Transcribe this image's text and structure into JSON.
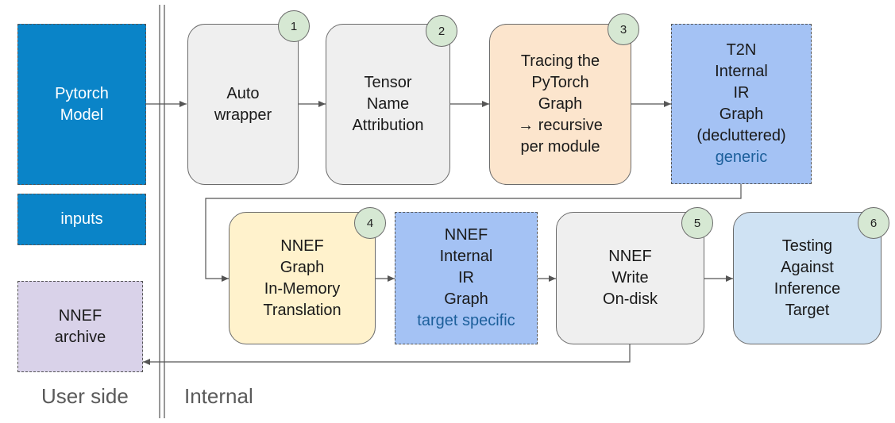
{
  "user_side": {
    "pytorch_model": [
      "Pytorch",
      "Model"
    ],
    "inputs": [
      "inputs"
    ],
    "nnef_archive": [
      "NNEF",
      "archive"
    ],
    "label": "User side"
  },
  "internal": {
    "label": "Internal"
  },
  "steps": {
    "auto_wrapper": {
      "badge": "1",
      "lines": [
        "Auto",
        "wrapper"
      ]
    },
    "tensor_name": {
      "badge": "2",
      "lines": [
        "Tensor",
        "Name",
        "Attribution"
      ]
    },
    "tracing": {
      "badge": "3",
      "lines": [
        "Tracing the",
        "PyTorch",
        "Graph",
        "→ recursive",
        "per module"
      ]
    },
    "t2n_ir": {
      "lines": [
        "T2N",
        "Internal",
        "IR",
        "Graph",
        "(decluttered)"
      ],
      "note": "generic"
    },
    "nnef_translation": {
      "badge": "4",
      "lines": [
        "NNEF",
        "Graph",
        "In-Memory",
        "Translation"
      ]
    },
    "nnef_ir": {
      "lines": [
        "NNEF",
        "Internal",
        "IR",
        "Graph"
      ],
      "note": "target specific"
    },
    "nnef_write": {
      "badge": "5",
      "lines": [
        "NNEF",
        "Write",
        "On-disk"
      ]
    },
    "testing": {
      "badge": "6",
      "lines": [
        "Testing",
        "Against",
        "Inference",
        "Target"
      ]
    }
  },
  "colors": {
    "user_blue": "#0a84c8",
    "archive_purple": "#d9d2e9",
    "step_gray": "#efefef",
    "tracing_orange": "#fce5cd",
    "ir_blue": "#a4c2f4",
    "translation_yellow": "#fff2cc",
    "testing_blue": "#cfe2f3",
    "badge_green": "#d6e8d3"
  }
}
